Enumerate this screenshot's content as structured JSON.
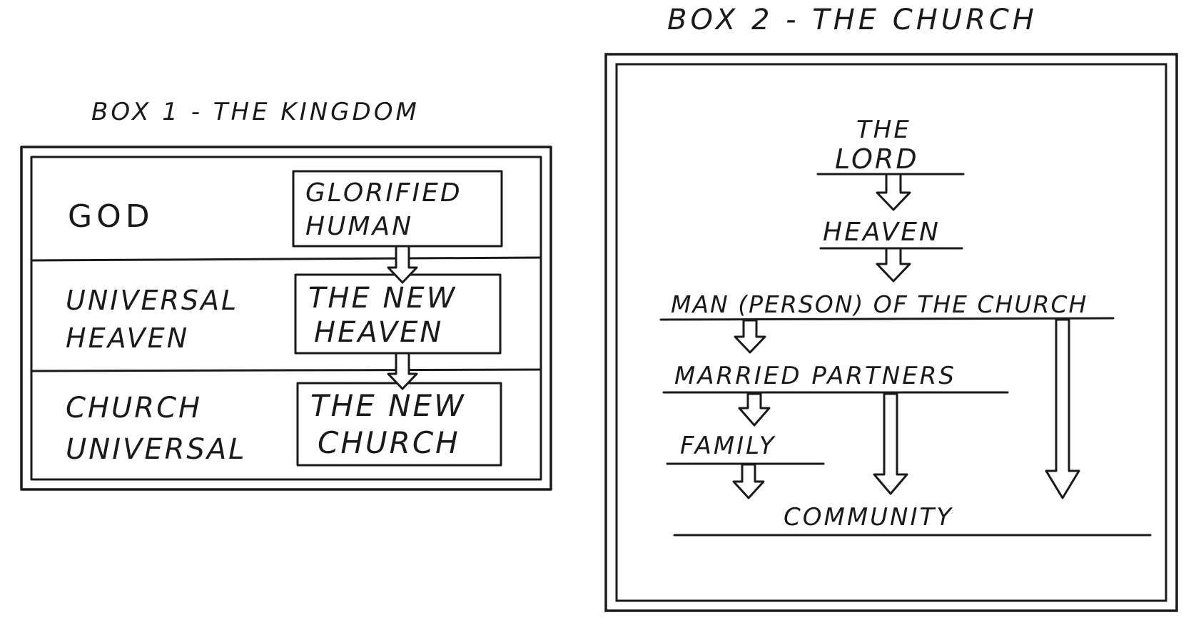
{
  "box1": {
    "title": "BOX 1  - THE KINGDOM",
    "rows": [
      {
        "left": [
          "GOD"
        ],
        "right": [
          "GLORIFIED",
          "HUMAN"
        ]
      },
      {
        "left": [
          "UNIVERSAL",
          "HEAVEN"
        ],
        "right": [
          "THE NEW",
          "HEAVEN"
        ]
      },
      {
        "left": [
          "CHURCH",
          "UNIVERSAL"
        ],
        "right": [
          "THE NEW",
          "CHURCH"
        ]
      }
    ]
  },
  "box2": {
    "title": "BOX 2  - THE CHURCH",
    "levels": {
      "the": "THE",
      "lord": "LORD",
      "heaven": "HEAVEN",
      "man": "MAN (PERSON) OF THE CHURCH",
      "married": "MARRIED PARTNERS",
      "family": "FAMILY",
      "community": "COMMUNITY"
    }
  },
  "colors": {
    "ink": "#1a1a1a",
    "paper": "#ffffff"
  }
}
